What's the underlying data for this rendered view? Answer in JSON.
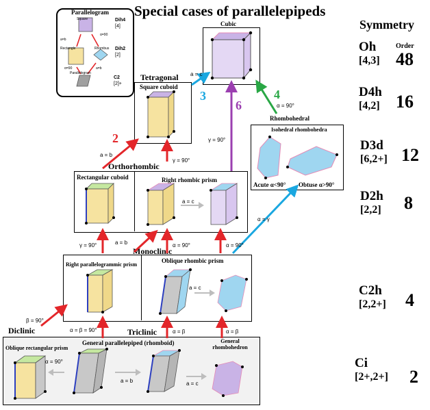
{
  "title": "Special cases of parallelepipeds",
  "symmetry": {
    "heading": "Symmetry",
    "order_label": "Order",
    "groups": [
      {
        "name": "Oh",
        "coxeter": "[4,3]",
        "order": "48"
      },
      {
        "name": "D4h",
        "coxeter": "[4,2]",
        "order": "16"
      },
      {
        "name": "D3d",
        "coxeter": "[6,2+]",
        "order": "12"
      },
      {
        "name": "D2h",
        "coxeter": "[2,2]",
        "order": "8"
      },
      {
        "name": "C2h",
        "coxeter": "[2,2+]",
        "order": "4"
      },
      {
        "name": "Ci",
        "coxeter": "[2+,2+]",
        "order": "2"
      }
    ]
  },
  "inset": {
    "title": "Parallelogram",
    "square": "Square",
    "rectangle": "Rectangle",
    "rhombus": "Rhombus",
    "parallelogram": "Parallelogram",
    "dih4": "Dih4",
    "dih4_cox": "[4]",
    "dih2": "Dih2",
    "dih2_cox": "[2]",
    "c2": "C2",
    "c2_cox": "[2]+",
    "a_eq_b": "a=b",
    "alpha90": "α=90"
  },
  "nodes": {
    "cubic": "Cubic",
    "tetragonal": "Tetragonal",
    "square_cuboid": "Square cuboid",
    "rhombohedral": "Rhombohedral",
    "isohedral": "Isohedral rhombohedra",
    "acute": "Acute α<90°",
    "obtuse": "Obtuse α>90°",
    "orthorhombic": "Orthorhombic",
    "rect_cuboid": "Rectangular cuboid",
    "right_rhombic": "Right rhombic prism",
    "monoclinic": "Monoclinic",
    "right_para": "Right parallelogrammic prism",
    "oblique_rhombic": "Oblique rhombic prism",
    "diclinic": "Diclinic",
    "triclinic": "Triclinic",
    "oblique_rect": "Oblique rectangular prism",
    "general": "General parallelepiped (rhomboid)",
    "general_rhombo": "General rhombohedron"
  },
  "edges": {
    "n2": "2",
    "n3": "3",
    "n4": "4",
    "n6": "6",
    "a_eq_b": "a = b",
    "a_eq_c": "a = c",
    "gamma90": "γ = 90°",
    "alpha90": "α = 90°",
    "beta90": "β = 90°",
    "alpha_eq_gamma": "α = γ",
    "alpha_eq_beta90": "α = β = 90°",
    "alpha_eq_beta": "α = β"
  },
  "colors": {
    "red": "#e3262a",
    "cyan": "#1aa7e0",
    "purple": "#9b3fb0",
    "green": "#29a745",
    "gray": "#bdbdbd"
  }
}
